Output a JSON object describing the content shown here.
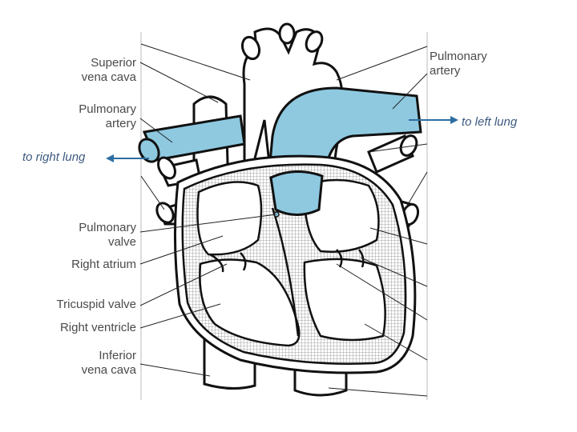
{
  "labels_left": [
    {
      "lines": [
        "Superior",
        "vena cava"
      ]
    },
    {
      "lines": [
        "Pulmonary",
        "artery"
      ]
    },
    {
      "lines": [
        "Pulmonary",
        "valve"
      ]
    },
    {
      "lines": [
        "Right atrium"
      ]
    },
    {
      "lines": [
        "Tricuspid valve"
      ]
    },
    {
      "lines": [
        "Right ventricle"
      ]
    },
    {
      "lines": [
        "Inferior",
        "vena cava"
      ]
    }
  ],
  "labels_right": [
    {
      "lines": [
        "Pulmonary",
        "artery"
      ]
    }
  ],
  "flow_labels": {
    "right_lung": "to right lung",
    "left_lung": "to left lung"
  },
  "colors": {
    "pulmonary_blue": "#8ec9e0",
    "arrow_blue": "#2e6ea1",
    "outline": "#111111",
    "muscle_hatch": "#9a9a9a"
  }
}
